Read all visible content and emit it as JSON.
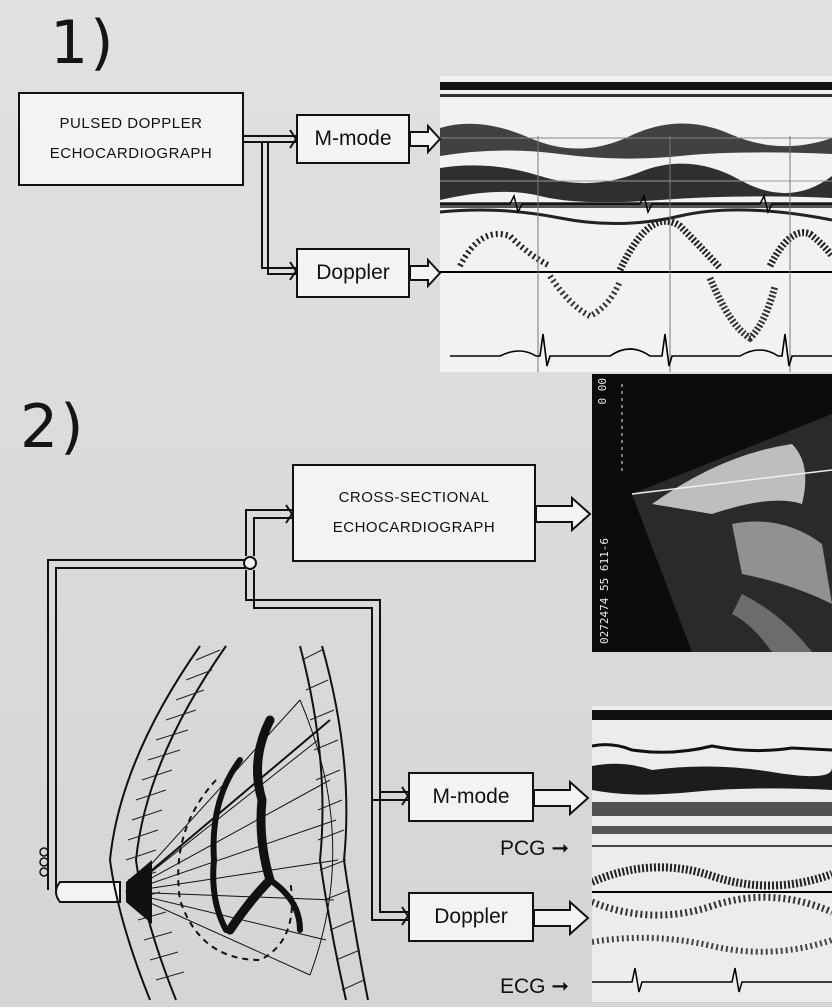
{
  "section1": {
    "number": "1)",
    "source_box": {
      "line1": "PULSED DOPPLER",
      "line2": "ECHOCARDIOGRAPH"
    },
    "mmode_label": "M-mode",
    "doppler_label": "Doppler"
  },
  "section2": {
    "number": "2)",
    "source_box": {
      "line1": "CROSS-SECTIONAL",
      "line2": "ECHOCARDIOGRAPH"
    },
    "mmode_label": "M-mode",
    "doppler_label": "Doppler",
    "pcg_label": "PCG",
    "ecg_label": "ECG",
    "echo_image_text": {
      "top": "0 00",
      "side": "0272474 55 611-6"
    }
  },
  "colors": {
    "ink": "#111111",
    "paper": "#dcdcdc",
    "box_fill": "#f3f3f3"
  }
}
